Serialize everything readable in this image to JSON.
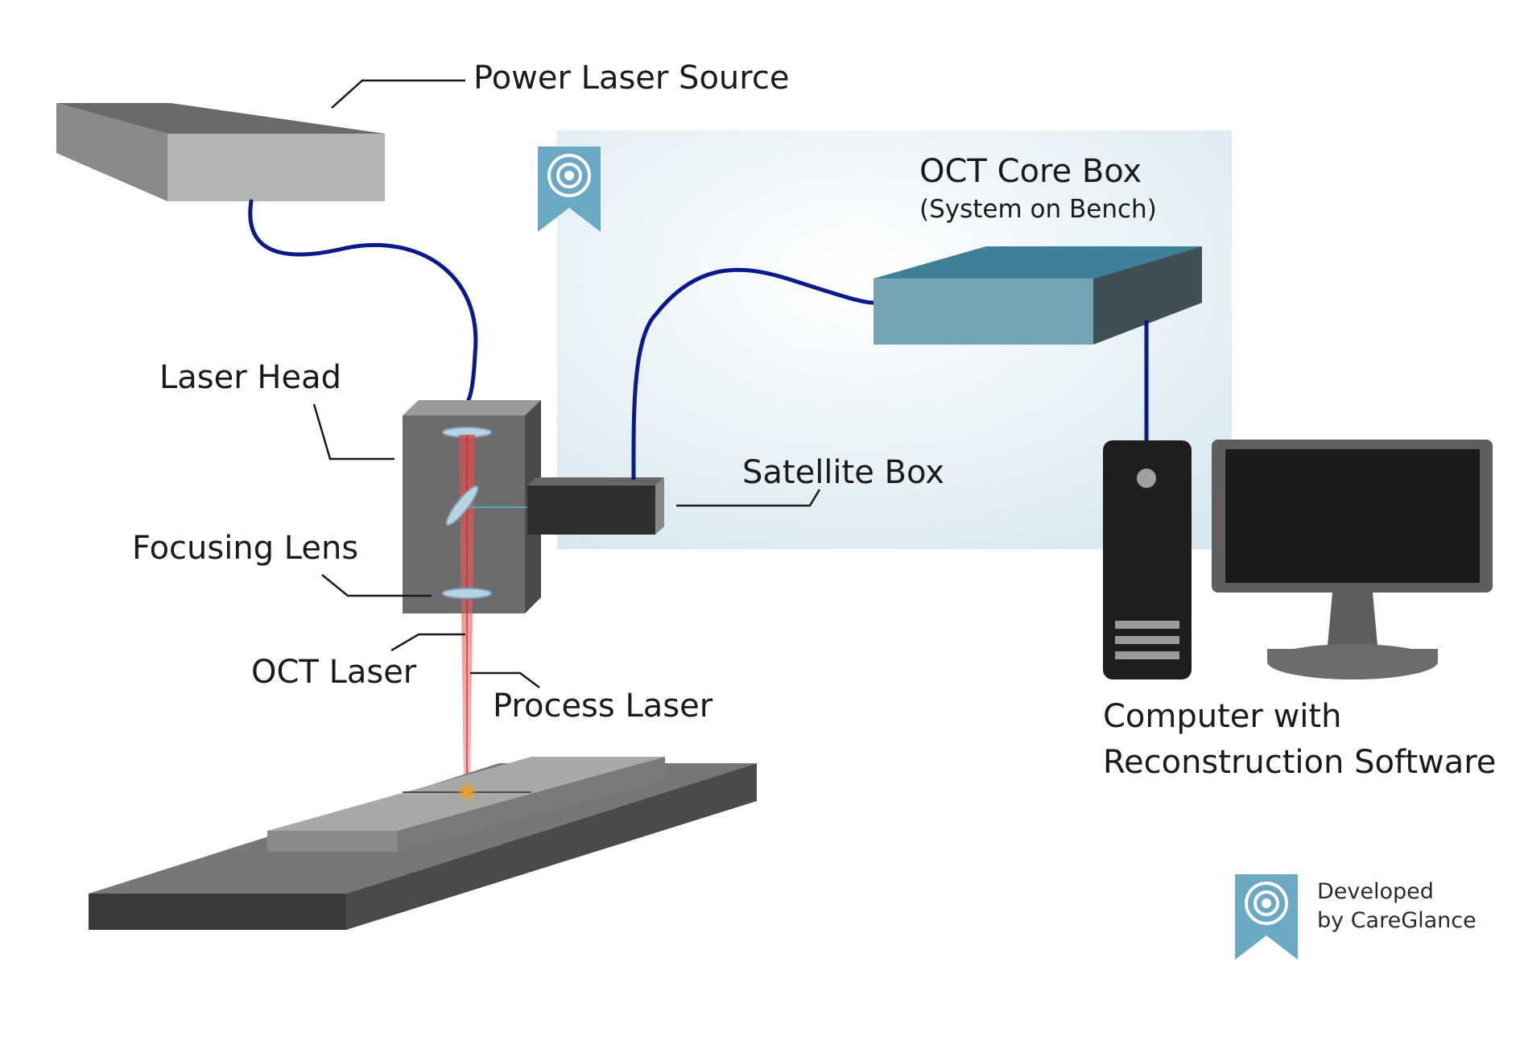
{
  "labels": {
    "power_laser_source": "Power Laser Source",
    "oct_core_box": "OCT Core Box",
    "oct_core_box_sub": "(System on Bench)",
    "laser_head": "Laser Head",
    "satellite_box": "Satellite Box",
    "focusing_lens": "Focusing Lens",
    "oct_laser": "OCT Laser",
    "process_laser": "Process Laser",
    "computer_line1": "Computer with",
    "computer_line2": "Reconstruction Software"
  },
  "credit": {
    "line1": "Developed",
    "line2": "by CareGlance"
  },
  "colors": {
    "bench_panel": "#dfecf3",
    "cable": "#0a1a8c",
    "badge": "#6aa8c4",
    "oct_box_front": "#72a4b4",
    "oct_box_top": "#3e7f99",
    "oct_box_side": "#3e4f57",
    "process_laser_beam": "#e05a5a",
    "weld_spot": "#e8a020"
  }
}
